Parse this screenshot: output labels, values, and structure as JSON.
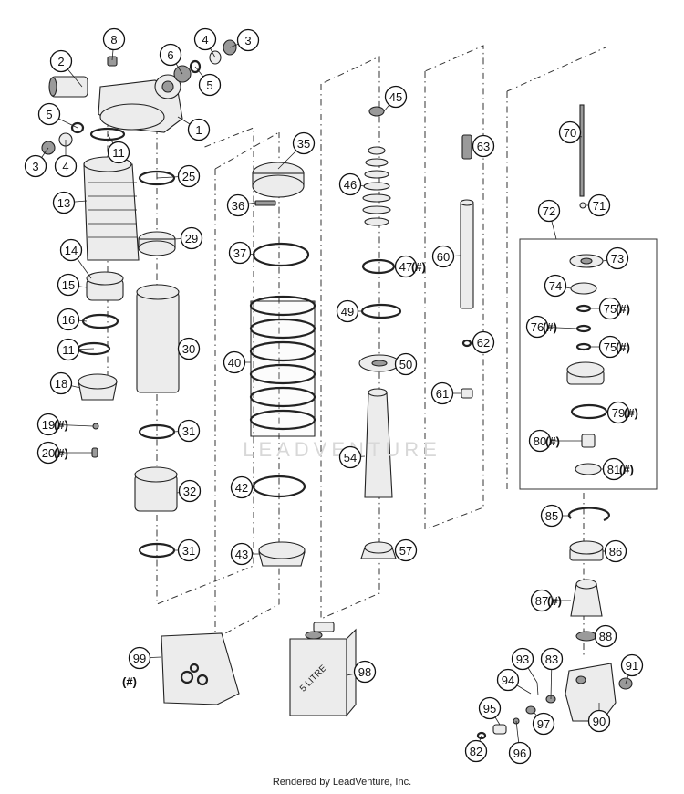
{
  "diagram": {
    "footer": "Rendered by LeadVenture, Inc.",
    "watermark": "LEADVENTURE",
    "hash_mark": "(#)",
    "oil_label": "5 LITRE",
    "callouts": [
      {
        "num": "1",
        "hash": false
      },
      {
        "num": "2",
        "hash": false
      },
      {
        "num": "3",
        "hash": false
      },
      {
        "num": "3",
        "hash": false
      },
      {
        "num": "4",
        "hash": false
      },
      {
        "num": "4",
        "hash": false
      },
      {
        "num": "5",
        "hash": false
      },
      {
        "num": "5",
        "hash": false
      },
      {
        "num": "6",
        "hash": false
      },
      {
        "num": "8",
        "hash": false
      },
      {
        "num": "11",
        "hash": false
      },
      {
        "num": "11",
        "hash": false
      },
      {
        "num": "13",
        "hash": false
      },
      {
        "num": "14",
        "hash": false
      },
      {
        "num": "15",
        "hash": false
      },
      {
        "num": "16",
        "hash": false
      },
      {
        "num": "18",
        "hash": false
      },
      {
        "num": "19",
        "hash": true
      },
      {
        "num": "20",
        "hash": true
      },
      {
        "num": "25",
        "hash": false
      },
      {
        "num": "29",
        "hash": false
      },
      {
        "num": "30",
        "hash": false
      },
      {
        "num": "31",
        "hash": false
      },
      {
        "num": "31",
        "hash": false
      },
      {
        "num": "32",
        "hash": false
      },
      {
        "num": "35",
        "hash": false
      },
      {
        "num": "36",
        "hash": false
      },
      {
        "num": "37",
        "hash": false
      },
      {
        "num": "40",
        "hash": false
      },
      {
        "num": "42",
        "hash": false
      },
      {
        "num": "43",
        "hash": false
      },
      {
        "num": "45",
        "hash": false
      },
      {
        "num": "46",
        "hash": false
      },
      {
        "num": "47",
        "hash": true
      },
      {
        "num": "49",
        "hash": false
      },
      {
        "num": "50",
        "hash": false
      },
      {
        "num": "54",
        "hash": false
      },
      {
        "num": "57",
        "hash": false
      },
      {
        "num": "60",
        "hash": false
      },
      {
        "num": "61",
        "hash": false
      },
      {
        "num": "62",
        "hash": false
      },
      {
        "num": "63",
        "hash": false
      },
      {
        "num": "70",
        "hash": false
      },
      {
        "num": "71",
        "hash": false
      },
      {
        "num": "72",
        "hash": false
      },
      {
        "num": "73",
        "hash": false
      },
      {
        "num": "74",
        "hash": false
      },
      {
        "num": "75",
        "hash": true
      },
      {
        "num": "76",
        "hash": true
      },
      {
        "num": "75",
        "hash": true
      },
      {
        "num": "79",
        "hash": true
      },
      {
        "num": "80",
        "hash": true
      },
      {
        "num": "81",
        "hash": true
      },
      {
        "num": "82",
        "hash": false
      },
      {
        "num": "83",
        "hash": false
      },
      {
        "num": "85",
        "hash": false
      },
      {
        "num": "86",
        "hash": false
      },
      {
        "num": "87",
        "hash": true
      },
      {
        "num": "88",
        "hash": false
      },
      {
        "num": "90",
        "hash": false
      },
      {
        "num": "91",
        "hash": false
      },
      {
        "num": "93",
        "hash": false
      },
      {
        "num": "94",
        "hash": false
      },
      {
        "num": "95",
        "hash": false
      },
      {
        "num": "96",
        "hash": false
      },
      {
        "num": "97",
        "hash": false
      },
      {
        "num": "98",
        "hash": false
      },
      {
        "num": "99",
        "hash": true
      }
    ]
  }
}
